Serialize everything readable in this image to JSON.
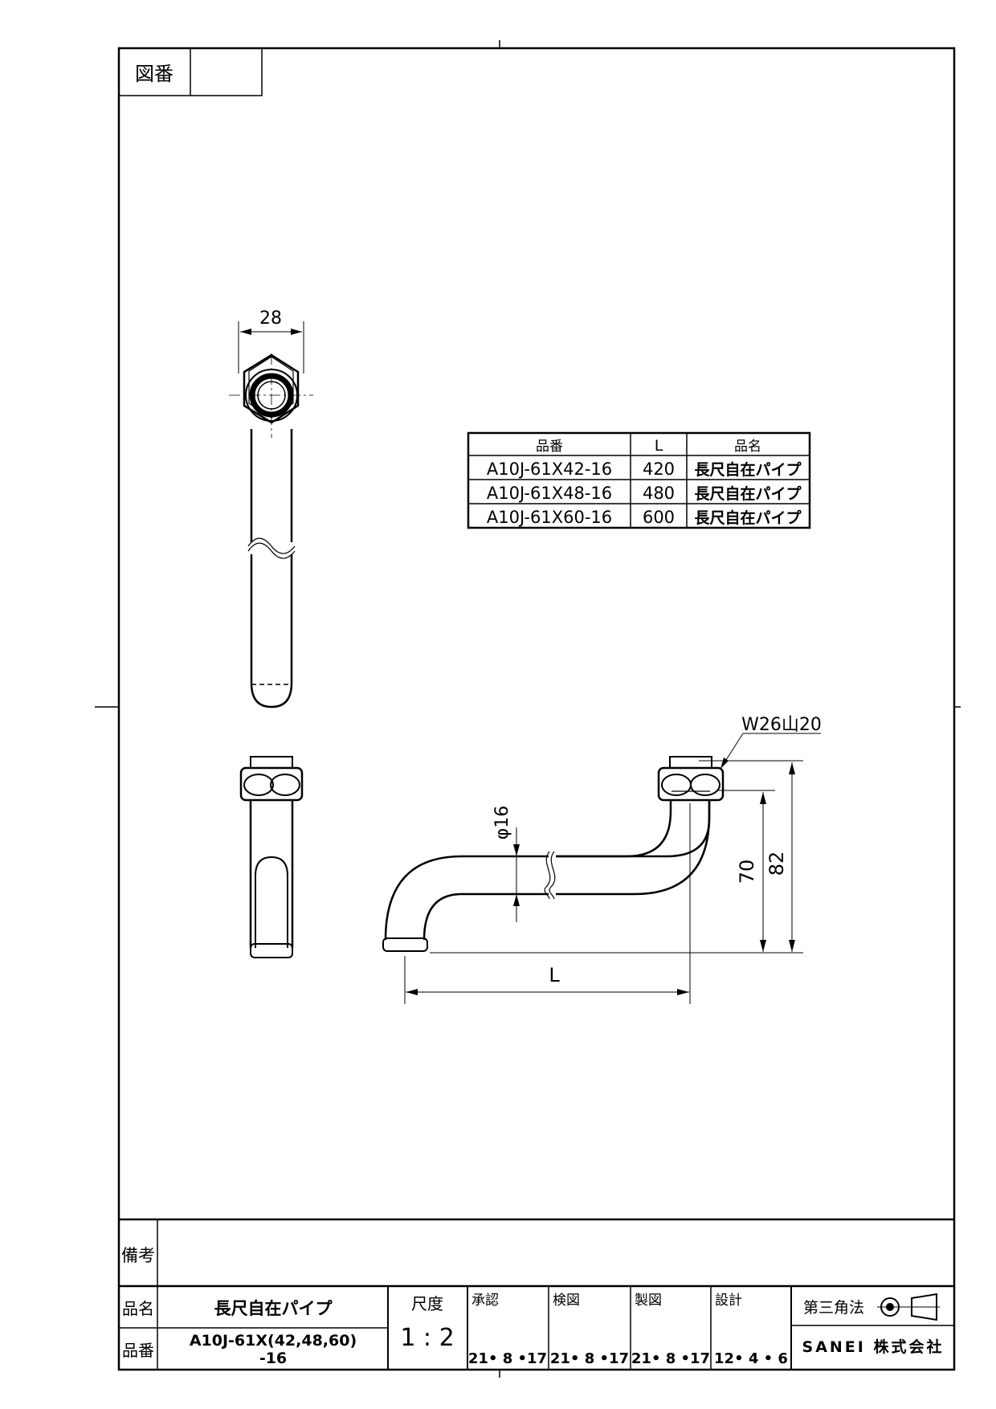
{
  "header": {
    "drawing_no_label": "図番",
    "drawing_no_value": ""
  },
  "variants_table": {
    "headers": [
      "品番",
      "L",
      "品名"
    ],
    "rows": [
      [
        "A10J-61X42-16",
        "420",
        "長尺自在パイプ"
      ],
      [
        "A10J-61X48-16",
        "480",
        "長尺自在パイプ"
      ],
      [
        "A10J-61X60-16",
        "600",
        "長尺自在パイプ"
      ]
    ]
  },
  "dimensions": {
    "top_width": "28",
    "thread": "W26山20",
    "diameter": "φ16",
    "height_inner": "70",
    "height_outer": "82",
    "length": "L"
  },
  "title_block": {
    "remarks_label": "備考",
    "remarks_value": "",
    "name_label": "品名",
    "name_value": "長尺自在パイプ",
    "number_label": "品番",
    "number_value_line1": "A10J-61X(42,48,60)",
    "number_value_line2": "-16",
    "scale_label": "尺度",
    "scale_value": "1 : 2",
    "approved_label": "承認",
    "approved_date": "21• 8 •17",
    "checked_label": "検図",
    "checked_date": "21• 8 •17",
    "drawn_label": "製図",
    "drawn_date": "21• 8 •17",
    "designed_label": "設計",
    "designed_date": "12• 4 • 6",
    "projection_label": "第三角法",
    "company": "SANEI 株式会社"
  }
}
